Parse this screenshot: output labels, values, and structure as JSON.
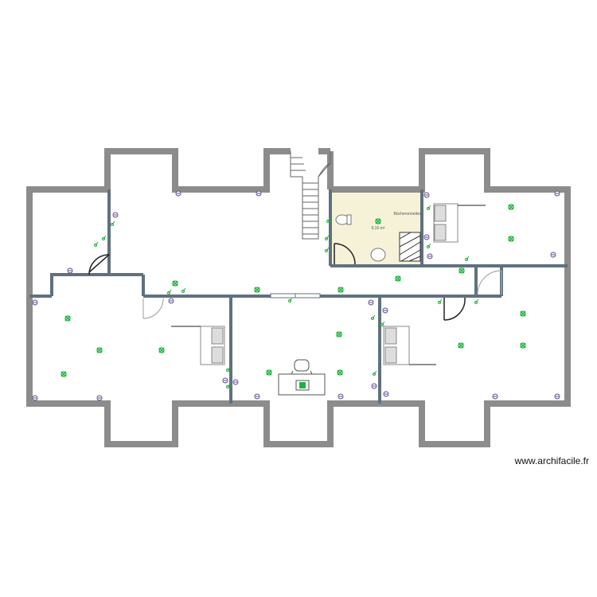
{
  "plan": {
    "colors": {
      "outer_wall": "#8c8c8c",
      "inner_wall": "#5f7180",
      "room_fill_highlight": "#f6f2d8",
      "symbol_green": "#1db33a",
      "symbol_purple": "#5a4a8c",
      "furniture": "#9a9a9a"
    },
    "highlighted_room": {
      "name": "Bûcheronnettes",
      "area": "9,16 m²"
    },
    "icons": [
      "ceiling-light-icon",
      "socket-icon",
      "switch-icon",
      "door-swing-icon",
      "stair-icon",
      "bed-icon",
      "desk-icon",
      "chair-icon",
      "toilet-icon",
      "shower-icon"
    ]
  },
  "watermark": "www.archifacile.fr"
}
